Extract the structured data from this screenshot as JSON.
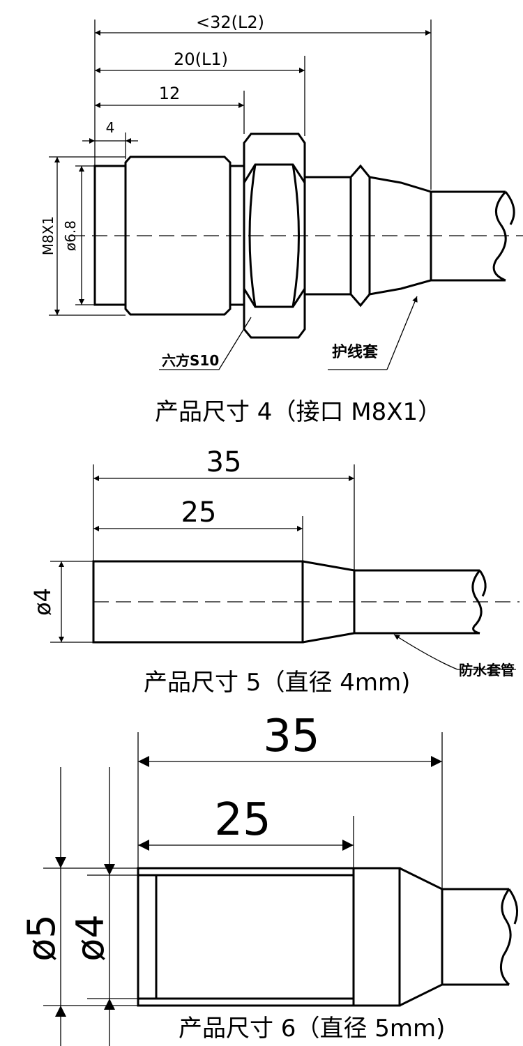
{
  "section1": {
    "caption": "产品尺寸 4（接口 M8X1）",
    "dims": {
      "l2": "<32(L2)",
      "l1": "20(L1)",
      "d12": "12",
      "d4": "4",
      "thread": "M8X1",
      "dia": "ø6.8"
    },
    "labels": {
      "hex": "六方S10",
      "sleeve": "护线套"
    }
  },
  "section2": {
    "caption": "产品尺寸 5（直径 4mm)",
    "dims": {
      "d35": "35",
      "d25": "25",
      "dia": "ø4"
    },
    "labels": {
      "sleeve": "防水套管"
    }
  },
  "section3": {
    "caption": "产品尺寸 6（直径 5mm)",
    "dims": {
      "d35": "35",
      "d25": "25",
      "dia5": "ø5",
      "dia4": "ø4"
    }
  }
}
